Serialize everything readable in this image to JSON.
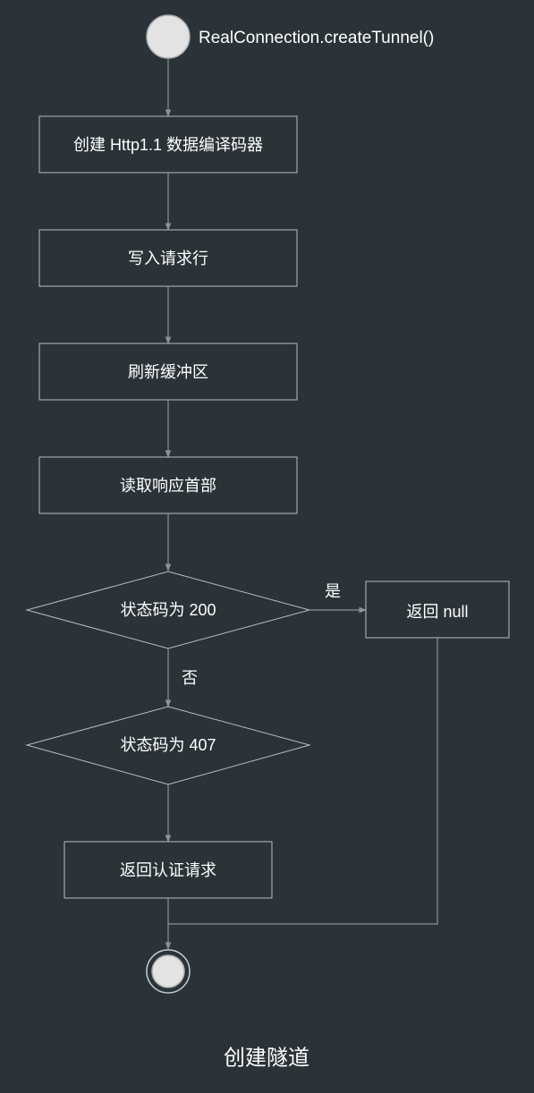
{
  "diagram": {
    "start_label": "RealConnection.createTunnel()",
    "steps": {
      "create_codec": "创建 Http1.1 数据编译码器",
      "write_request_line": "写入请求行",
      "flush_buffer": "刷新缓冲区",
      "read_response_headers": "读取响应首部",
      "return_auth_request": "返回认证请求",
      "return_null": "返回 null"
    },
    "decisions": {
      "status_200": "状态码为 200",
      "status_407": "状态码为 407"
    },
    "edge_labels": {
      "yes": "是",
      "no": "否"
    },
    "caption": "创建隧道"
  },
  "colors": {
    "background": "#2a3338",
    "node_stroke": "#b9bdc0",
    "edge": "#8d9295",
    "text": "#ffffff",
    "terminal_fill": "#e3e3e3"
  }
}
